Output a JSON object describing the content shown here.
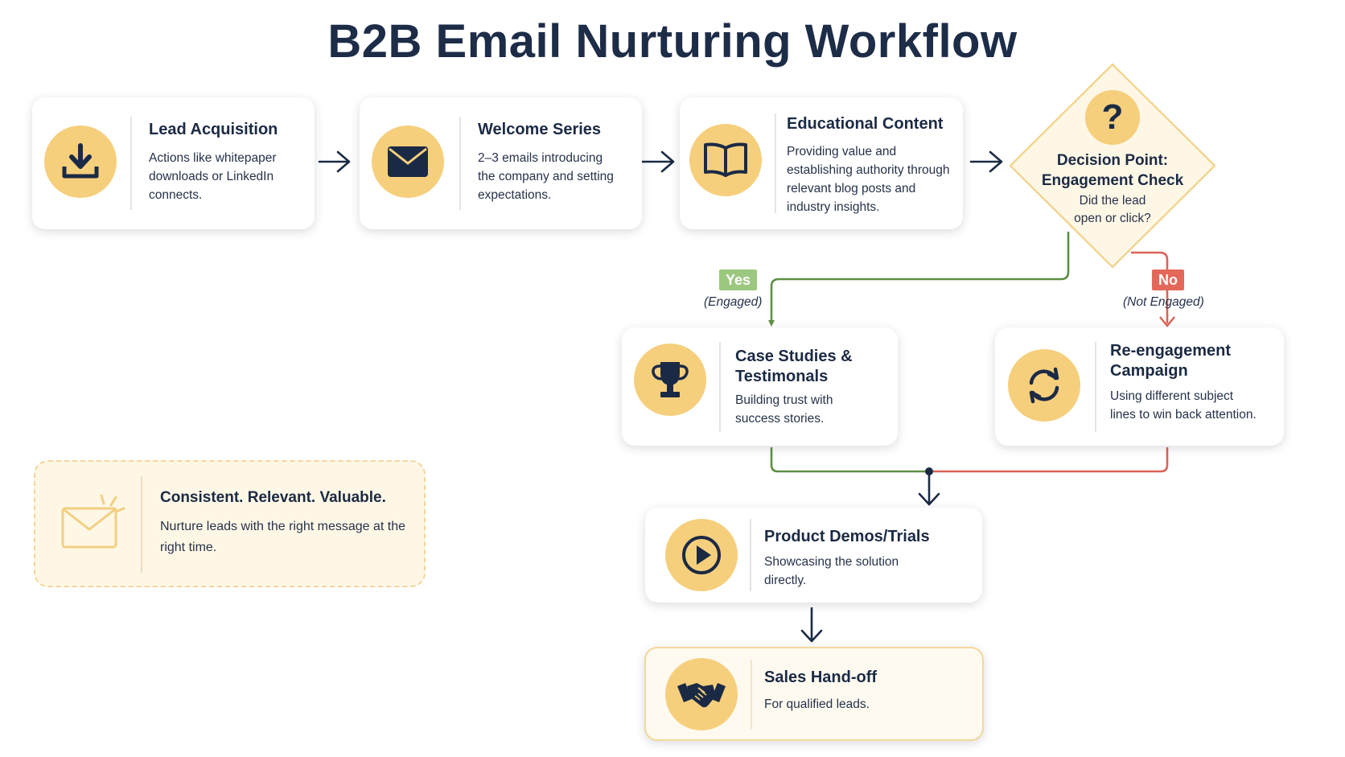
{
  "title": "B2B Email Nurturing Workflow",
  "steps": {
    "lead_acquisition": {
      "title": "Lead Acquisition",
      "desc": "Actions like whitepaper downloads or LinkedIn connects.",
      "icon": "download-icon"
    },
    "welcome_series": {
      "title": "Welcome Series",
      "desc": "2–3 emails introducing the company and setting expectations.",
      "icon": "envelope-icon"
    },
    "educational_content": {
      "title": "Educational Content",
      "desc": "Providing value and establishing authority through relevant blog posts and industry insights.",
      "icon": "book-icon"
    },
    "case_studies": {
      "title": "Case Studies & Testimonals",
      "desc": "Building trust with success stories.",
      "icon": "trophy-icon"
    },
    "re_engagement": {
      "title": "Re-engagement Campaign",
      "desc": "Using different subject lines to win back attention.",
      "icon": "refresh-icon"
    },
    "product_demos": {
      "title": "Product Demos/Trials",
      "desc": "Showcasing the solution directly.",
      "icon": "play-icon"
    },
    "sales_handoff": {
      "title": "Sales Hand-off",
      "desc": "For qualified leads.",
      "icon": "handshake-icon"
    }
  },
  "decision": {
    "symbol": "?",
    "title": "Decision Point: Engagement Check",
    "desc": "Did the lead open or click?",
    "yes_label": "Yes",
    "yes_sub": "(Engaged)",
    "no_label": "No",
    "no_sub": "(Not Engaged)"
  },
  "tagline": {
    "title": "Consistent. Relevant. Valuable.",
    "desc": "Nurture leads with the right message at the right time.",
    "icon": "envelope-sparkle-icon"
  },
  "colors": {
    "accent_yellow": "#f6cf7d",
    "navy": "#1b2a44",
    "yes_green": "#5e8f45",
    "yes_badge": "#9cc77f",
    "no_red": "#dc6256",
    "no_badge": "#e4685a"
  }
}
